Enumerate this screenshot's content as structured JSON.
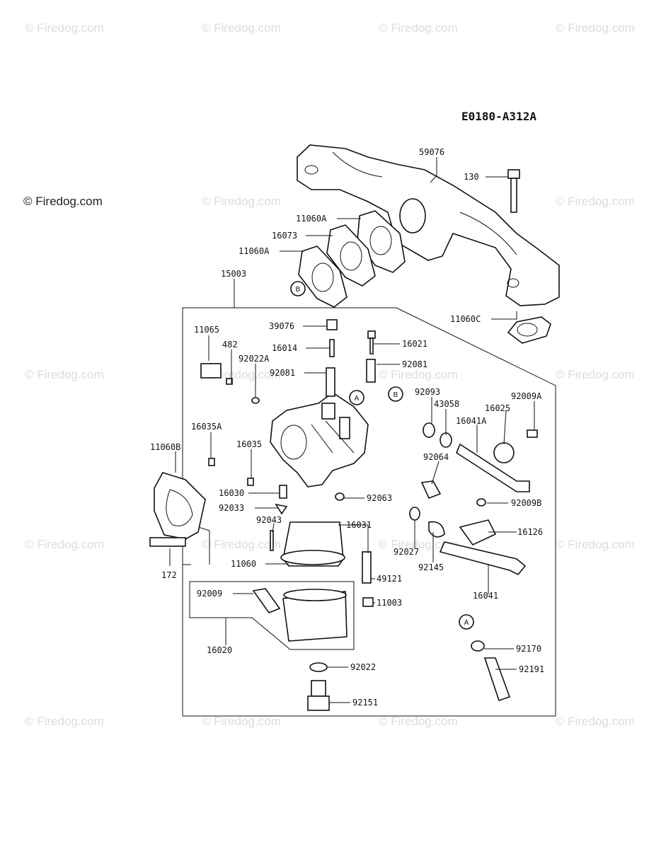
{
  "diagram": {
    "code": "E0180-A312A",
    "watermark_main": "© Firedog.com",
    "watermark_faint": "© Firedog.com",
    "ref_a": "A",
    "ref_b": "B",
    "labels": {
      "p59076": "59076",
      "p130": "130",
      "p11060A_1": "11060A",
      "p16073": "16073",
      "p11060A_2": "11060A",
      "p15003": "15003",
      "p11060C": "11060C",
      "p39076": "39076",
      "p11065": "11065",
      "p482": "482",
      "p16014": "16014",
      "p16021": "16021",
      "p92022A": "92022A",
      "p92081_1": "92081",
      "p92081_2": "92081",
      "p92093": "92093",
      "p43058": "43058",
      "p92009A": "92009A",
      "p16025": "16025",
      "p16041A": "16041A",
      "p16035A": "16035A",
      "p16035": "16035",
      "p11060B": "11060B",
      "p92064": "92064",
      "p16030": "16030",
      "p92033": "92033",
      "p92063": "92063",
      "p92009B": "92009B",
      "p92043": "92043",
      "p16031": "16031",
      "p16126": "16126",
      "p92027": "92027",
      "p92145": "92145",
      "p11060": "11060",
      "p172": "172",
      "p49121": "49121",
      "p16041": "16041",
      "p92009": "92009",
      "p11003": "11003",
      "p16020": "16020",
      "p92170": "92170",
      "p92191": "92191",
      "p92022": "92022",
      "p92151": "92151"
    }
  }
}
